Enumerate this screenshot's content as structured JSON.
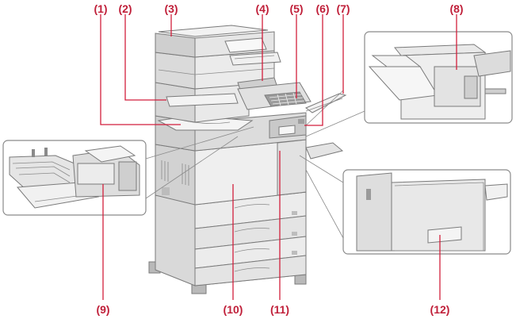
{
  "callouts": [
    {
      "id": "1",
      "label": "(1)"
    },
    {
      "id": "2",
      "label": "(2)"
    },
    {
      "id": "3",
      "label": "(3)"
    },
    {
      "id": "4",
      "label": "(4)"
    },
    {
      "id": "5",
      "label": "(5)"
    },
    {
      "id": "6",
      "label": "(6)"
    },
    {
      "id": "7",
      "label": "(7)"
    },
    {
      "id": "8",
      "label": "(8)"
    },
    {
      "id": "9",
      "label": "(9)"
    },
    {
      "id": "10",
      "label": "(10)"
    },
    {
      "id": "11",
      "label": "(11)"
    },
    {
      "id": "12",
      "label": "(12)"
    }
  ],
  "colors": {
    "callout": "#c0203a",
    "leader": "#d21f3c",
    "body": "#e6e6e6",
    "body_dark": "#c8c8c8",
    "outline": "#7a7a7a"
  }
}
